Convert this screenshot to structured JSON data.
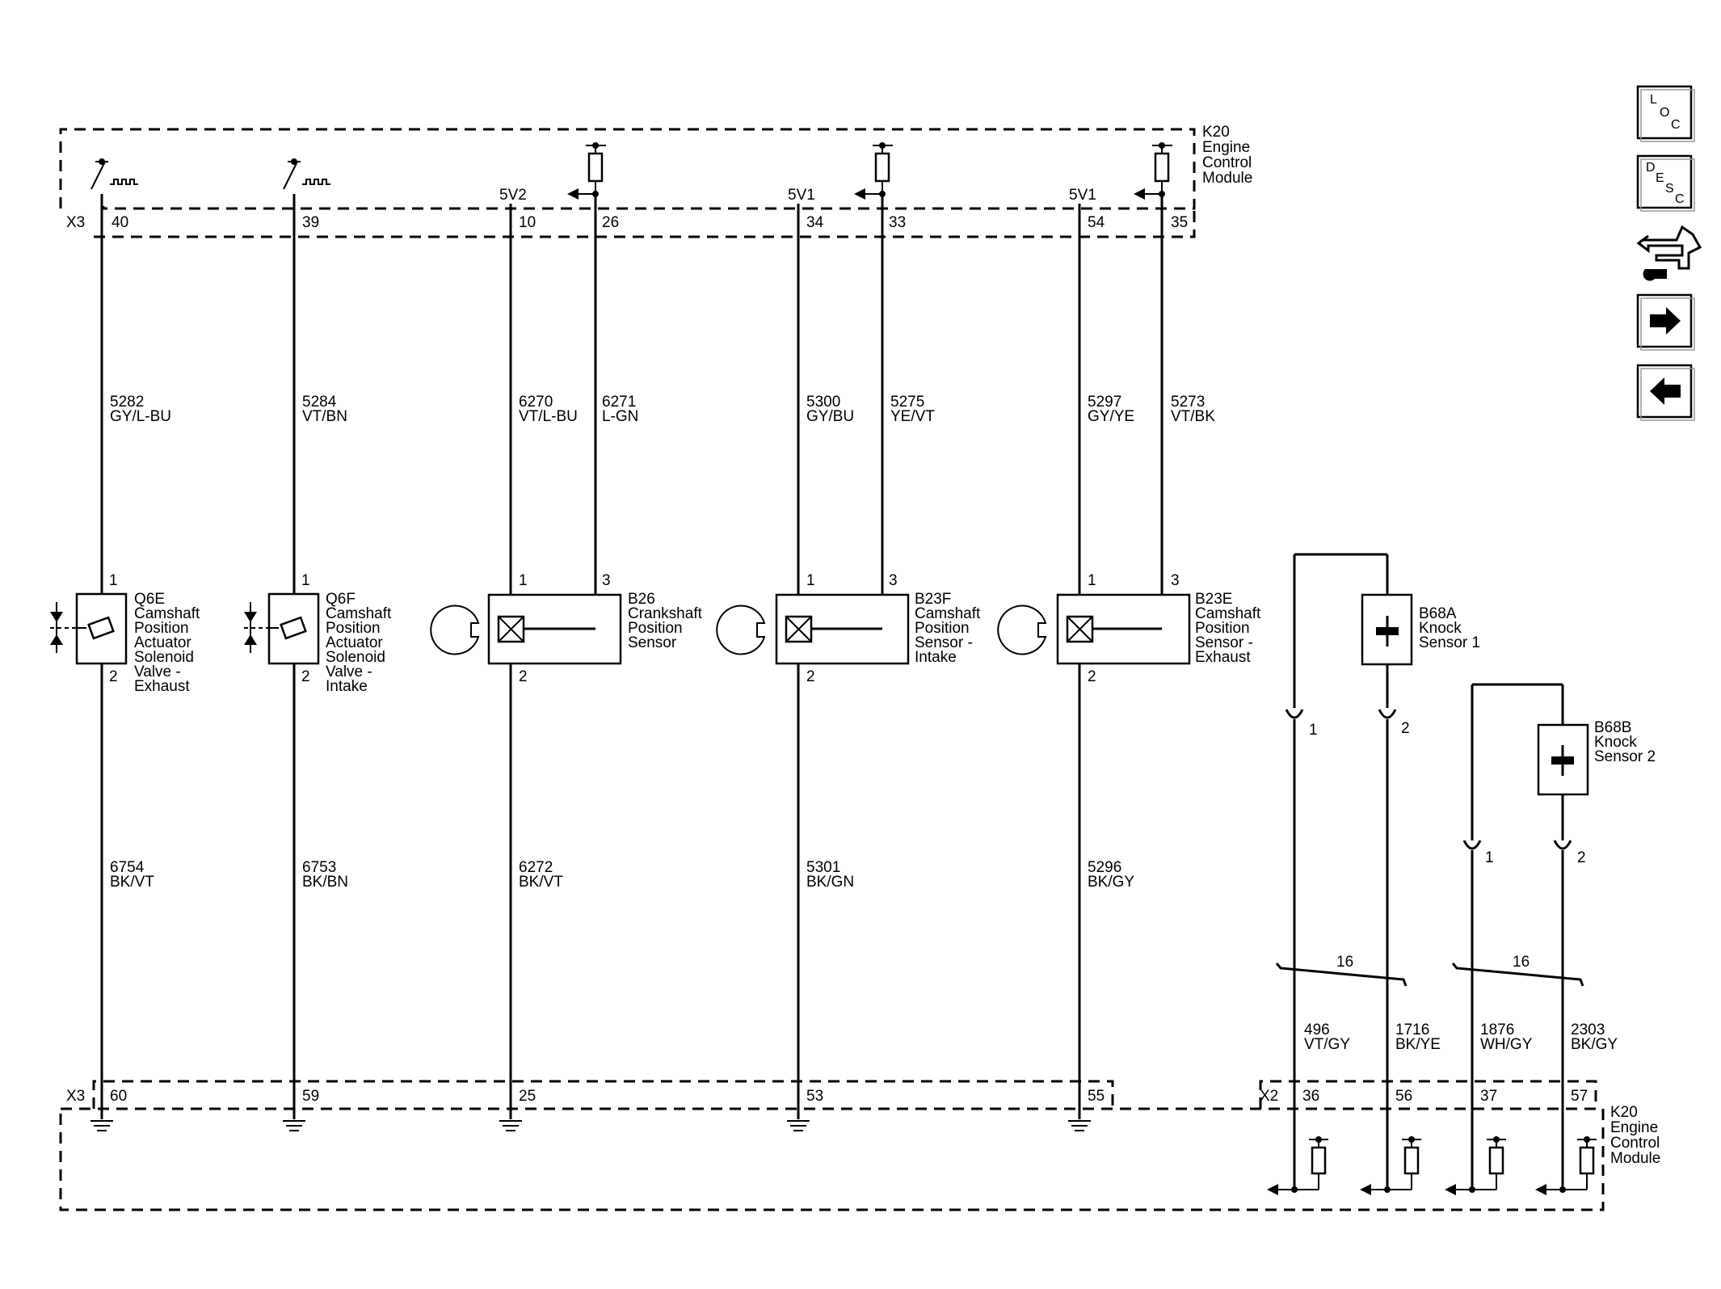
{
  "modules": {
    "top": {
      "name": "K20",
      "lines": [
        "Engine",
        "Control",
        "Module"
      ]
    },
    "bottom": {
      "name": "K20",
      "lines": [
        "Engine",
        "Control",
        "Module"
      ]
    }
  },
  "connectors": {
    "top": "X3",
    "bottom_left": "X3",
    "bottom_right": "X2"
  },
  "refs": {
    "v5a": "5V2",
    "v5b": "5V1",
    "v5c": "5V1"
  },
  "top_pins": [
    "40",
    "39",
    "10",
    "26",
    "34",
    "33",
    "54",
    "35"
  ],
  "bottom_pins": [
    "60",
    "59",
    "25",
    "53",
    "55"
  ],
  "x2_pins": [
    "36",
    "56",
    "37",
    "57"
  ],
  "upper_wires": [
    {
      "num": "5282",
      "color": "GY/L-BU"
    },
    {
      "num": "5284",
      "color": "VT/BN"
    },
    {
      "num": "6270",
      "color": "VT/L-BU"
    },
    {
      "num": "6271",
      "color": "L-GN"
    },
    {
      "num": "5300",
      "color": "GY/BU"
    },
    {
      "num": "5275",
      "color": "YE/VT"
    },
    {
      "num": "5297",
      "color": "GY/YE"
    },
    {
      "num": "5273",
      "color": "VT/BK"
    }
  ],
  "lower_wires": [
    {
      "num": "6754",
      "color": "BK/VT"
    },
    {
      "num": "6753",
      "color": "BK/BN"
    },
    {
      "num": "6272",
      "color": "BK/VT"
    },
    {
      "num": "5301",
      "color": "BK/GN"
    },
    {
      "num": "5296",
      "color": "BK/GY"
    }
  ],
  "knock_wires": [
    {
      "num": "496",
      "color": "VT/GY"
    },
    {
      "num": "1716",
      "color": "BK/YE"
    },
    {
      "num": "1876",
      "color": "WH/GY"
    },
    {
      "num": "2303",
      "color": "BK/GY"
    }
  ],
  "twist_labels": [
    "16",
    "16"
  ],
  "components": [
    {
      "id": "Q6E",
      "lines": [
        "Camshaft",
        "Position",
        "Actuator",
        "Solenoid",
        "Valve -",
        "Exhaust"
      ]
    },
    {
      "id": "Q6F",
      "lines": [
        "Camshaft",
        "Position",
        "Actuator",
        "Solenoid",
        "Valve -",
        "Intake"
      ]
    },
    {
      "id": "B26",
      "lines": [
        "Crankshaft",
        "Position",
        "Sensor"
      ]
    },
    {
      "id": "B23F",
      "lines": [
        "Camshaft",
        "Position",
        "Sensor -",
        "Intake"
      ]
    },
    {
      "id": "B23E",
      "lines": [
        "Camshaft",
        "Position",
        "Sensor -",
        "Exhaust"
      ]
    },
    {
      "id": "B68A",
      "lines": [
        "Knock",
        "Sensor 1"
      ]
    },
    {
      "id": "B68B",
      "lines": [
        "Knock",
        "Sensor 2"
      ]
    }
  ],
  "comp_pins": {
    "one": "1",
    "two": "2",
    "three": "3"
  },
  "nav": {
    "loc": [
      "L",
      "O",
      "C"
    ],
    "desc": [
      "D",
      "E",
      "S",
      "C"
    ]
  }
}
